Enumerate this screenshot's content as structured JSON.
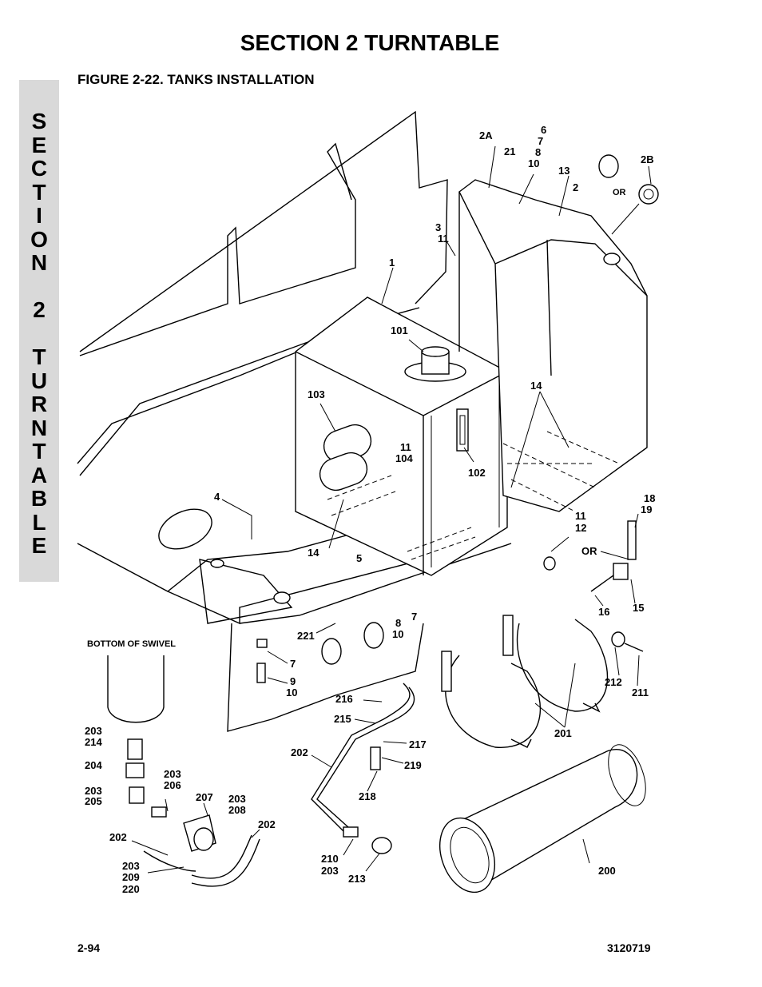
{
  "header": {
    "section_title": "SECTION 2   TURNTABLE",
    "figure_title": "FIGURE 2-22.  TANKS INSTALLATION"
  },
  "side_tab": {
    "letters": [
      "S",
      "E",
      "C",
      "T",
      "I",
      "O",
      "N",
      "",
      "2",
      "",
      "T",
      "U",
      "R",
      "N",
      "T",
      "A",
      "B",
      "L",
      "E"
    ]
  },
  "callouts": {
    "c_1": "1",
    "c_2": "2",
    "c_2A": "2A",
    "c_2B": "2B",
    "c_or_top": "OR",
    "c_3": "3",
    "c_11a": "11",
    "c_4": "4",
    "c_5": "5",
    "c_6": "6",
    "c_7a": "7",
    "c_8a": "8",
    "c_10a": "10",
    "c_21": "21",
    "c_13": "13",
    "c_101": "101",
    "c_102": "102",
    "c_103": "103",
    "c_11b": "11",
    "c_104": "104",
    "c_14a": "14",
    "c_14b": "14",
    "c_11c": "11",
    "c_12": "12",
    "c_or_mid": "OR",
    "c_18": "18",
    "c_19": "19",
    "c_16": "16",
    "c_15": "15",
    "c_7b": "7",
    "c_8b": "8",
    "c_10b": "10",
    "c_221": "221",
    "c_7c": "7",
    "c_9": "9",
    "c_10c": "10",
    "c_212": "212",
    "c_211": "211",
    "c_201": "201",
    "c_bottom_swivel": "BOTTOM OF SWIVEL",
    "c_203a": "203",
    "c_214": "214",
    "c_204": "204",
    "c_203b": "203",
    "c_205": "205",
    "c_203c": "203",
    "c_206": "206",
    "c_207": "207",
    "c_203d": "203",
    "c_208": "208",
    "c_202a": "202",
    "c_202b": "202",
    "c_203e": "203",
    "c_209": "209",
    "c_220": "220",
    "c_216": "216",
    "c_215": "215",
    "c_217": "217",
    "c_202c": "202",
    "c_219": "219",
    "c_218": "218",
    "c_210": "210",
    "c_203f": "203",
    "c_213": "213",
    "c_200": "200"
  },
  "footer": {
    "page_number": "2-94",
    "doc_number": "3120719"
  }
}
